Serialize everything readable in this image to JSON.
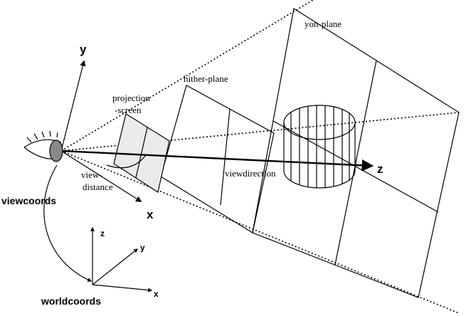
{
  "labels": {
    "yon_plane": "yon-plane",
    "hither_plane": "hither-plane",
    "projection_screen_line1": "projection",
    "projection_screen_line2": "-screen",
    "view_distance_line1": "view-",
    "view_distance_line2": "distance",
    "viewdirection": "viewdirection",
    "viewcoords": "viewcoords",
    "worldcoords": "worldcoords"
  },
  "view_axes": {
    "x": "x",
    "y": "y",
    "z": "z"
  },
  "world_axes": {
    "x": "x",
    "y": "y",
    "z": "z"
  },
  "colors": {
    "ink": "#000000",
    "screen_fill": "#ebebeb",
    "eye_fill": "#888888"
  }
}
